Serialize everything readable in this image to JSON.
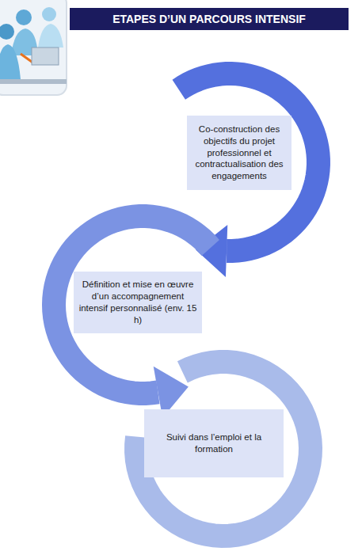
{
  "diagram": {
    "title": "ETAPES D’UN PARCOURS INTENSIF",
    "nodes": [
      {
        "text": [
          "Co-construction des objectifs du projet professionnel et contractualisation des engagements"
        ]
      },
      {
        "text": [
          "Définition et mise en œuvre d’un accompagnement intensif personnalisé (env. 15 h)"
        ]
      },
      {
        "text": [
          "Suivi dans l’emploi et la formation"
        ]
      }
    ]
  }
}
